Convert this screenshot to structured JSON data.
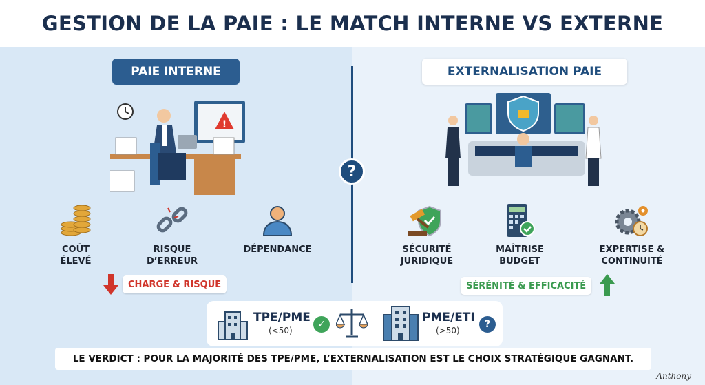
{
  "title": "GESTION DE LA PAIE : LE MATCH INTERNE VS EXTERNE",
  "center_icon": "?",
  "left": {
    "header": "PAIE INTERNE",
    "features": [
      {
        "icon": "coins-icon",
        "line1": "COÛT",
        "line2": "ÉLEVÉ"
      },
      {
        "icon": "broken-chain-icon",
        "line1": "RISQUE",
        "line2": "D’ERREUR"
      },
      {
        "icon": "person-icon",
        "line1": "DÉPENDANCE",
        "line2": ""
      }
    ],
    "tag": "CHARGE & RISQUE",
    "tag_color": "#d0352b"
  },
  "right": {
    "header": "EXTERNALISATION PAIE",
    "features": [
      {
        "icon": "gavel-shield-icon",
        "line1": "SÉCURITÉ",
        "line2": "JURIDIQUE"
      },
      {
        "icon": "calculator-check-icon",
        "line1": "MAÎTRISE",
        "line2": "BUDGET"
      },
      {
        "icon": "gears-clock-icon",
        "line1": "EXPERTISE &",
        "line2": "CONTINUITÉ"
      }
    ],
    "tag": "SÉRÉNITÉ & EFFICACITÉ",
    "tag_color": "#3a9a4f"
  },
  "comparison": {
    "small": {
      "label": "TPE/PME",
      "size": "(<50)",
      "status": "✓"
    },
    "large": {
      "label": "PME/ETI",
      "size": "(>50)",
      "status": "?"
    }
  },
  "verdict": "LE VERDICT : POUR LA MAJORITÉ DES TPE/PME, L’EXTERNALISATION EST LE CHOIX STRATÉGIQUE GAGNANT.",
  "signature": "Anthony"
}
